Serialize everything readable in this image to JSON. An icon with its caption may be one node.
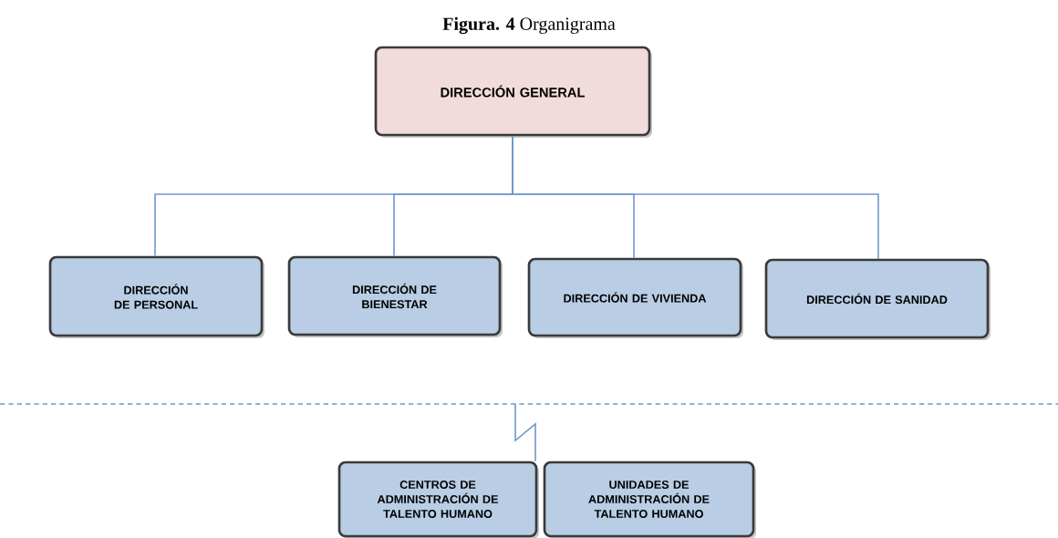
{
  "diagram": {
    "title": "**Figura.  4** Organigrama",
    "nodes": [
      {
        "text": [
          "DIRECCIÓN GENERAL"
        ]
      },
      {
        "text": [
          "DIRECCIÓN DE PERSONAL"
        ]
      },
      {
        "text": [
          "DIRECCIÓN DE BIENESTAR"
        ]
      },
      {
        "text": [
          "DIRECCIÓN DE VIVIENDA"
        ]
      },
      {
        "text": [
          "DIRECCIÓN DE SANIDAD"
        ]
      },
      {
        "text": [
          "CENTROS DE ADMINISTRACIÓN DE TALENTO HUMANO"
        ]
      },
      {
        "text": [
          "UNIDADES DE ADMINISTRACIÓN DE TALENTO HUMANO"
        ]
      }
    ],
    "edges": [
      {
        "from": 0,
        "to": 1,
        "arrow": "none"
      },
      {
        "from": 0,
        "to": 2,
        "arrow": "none"
      },
      {
        "from": 0,
        "to": 3,
        "arrow": "none"
      },
      {
        "from": 0,
        "to": 4,
        "arrow": "none"
      },
      {
        "from": null,
        "to": 5,
        "arrow": "none"
      }
    ]
  }
}
